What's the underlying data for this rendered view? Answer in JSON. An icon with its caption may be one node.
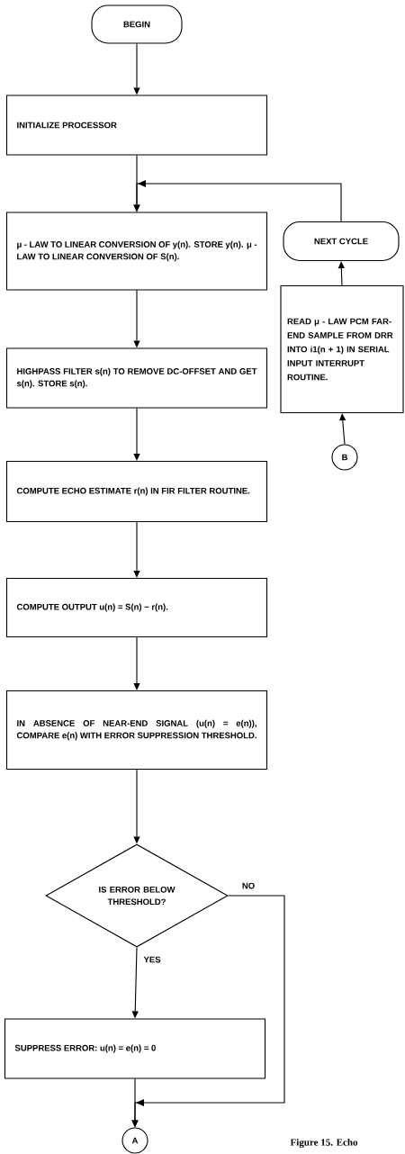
{
  "diagram": {
    "caption": "Figure 15. Echo",
    "nodes": [
      {
        "text": [
          "BEGIN"
        ]
      },
      {
        "text": [
          "INITIALIZE PROCESSOR"
        ]
      },
      {
        "text": [
          "μ - LAW TO LINEAR CONVERSION OF y(n). STORE y(n). μ - LAW TO LINEAR CONVERSION OF S(n)."
        ]
      },
      {
        "text": [
          "HIGHPASS FILTER s(n) TO REMOVE DC-OFFSET AND GET s(n). STORE s(n)."
        ]
      },
      {
        "text": [
          "COMPUTE ECHO ESTIMATE r(n) IN FIR FILTER ROUTINE."
        ]
      },
      {
        "text": [
          "COMPUTE OUTPUT u(n) = S(n) − r(n)."
        ]
      },
      {
        "text": [
          "IN ABSENCE OF NEAR-END SIGNAL (u(n) = e(n)), COMPARE e(n) WITH ERROR SUPPRESSION THRESHOLD."
        ]
      },
      {
        "text": [
          "IS ERROR BELOW THRESHOLD?"
        ]
      },
      {
        "text": [
          "SUPPRESS ERROR: u(n) = e(n) = 0"
        ]
      },
      {
        "text": [
          "A"
        ]
      },
      {
        "text": [
          "NEXT CYCLE"
        ]
      },
      {
        "text": [
          "READ μ - LAW PCM FAR-END SAMPLE FROM DRR INTO i1(n + 1) IN SERIAL INPUT INTERRUPT ROUTINE."
        ]
      },
      {
        "text": [
          "B"
        ]
      }
    ],
    "edges": [
      {
        "from": 0,
        "to": 1,
        "arrow": "to"
      },
      {
        "from": 1,
        "to": 2,
        "arrow": "to"
      },
      {
        "from": 10,
        "to": 2,
        "arrow": "to"
      },
      {
        "from": 2,
        "to": 3,
        "arrow": "to"
      },
      {
        "from": 3,
        "to": 4,
        "arrow": "to"
      },
      {
        "from": 4,
        "to": 5,
        "arrow": "to"
      },
      {
        "from": 5,
        "to": 6,
        "arrow": "to"
      },
      {
        "from": 6,
        "to": 7,
        "arrow": "to"
      },
      {
        "from": 7,
        "to": 8,
        "arrow": "to",
        "label": "YES"
      },
      {
        "from": 7,
        "to": 9,
        "arrow": "to",
        "label": "NO"
      },
      {
        "from": 8,
        "to": 9,
        "arrow": "to"
      },
      {
        "from": 11,
        "to": 10,
        "arrow": "to"
      },
      {
        "from": 12,
        "to": 11,
        "arrow": "to"
      }
    ]
  }
}
